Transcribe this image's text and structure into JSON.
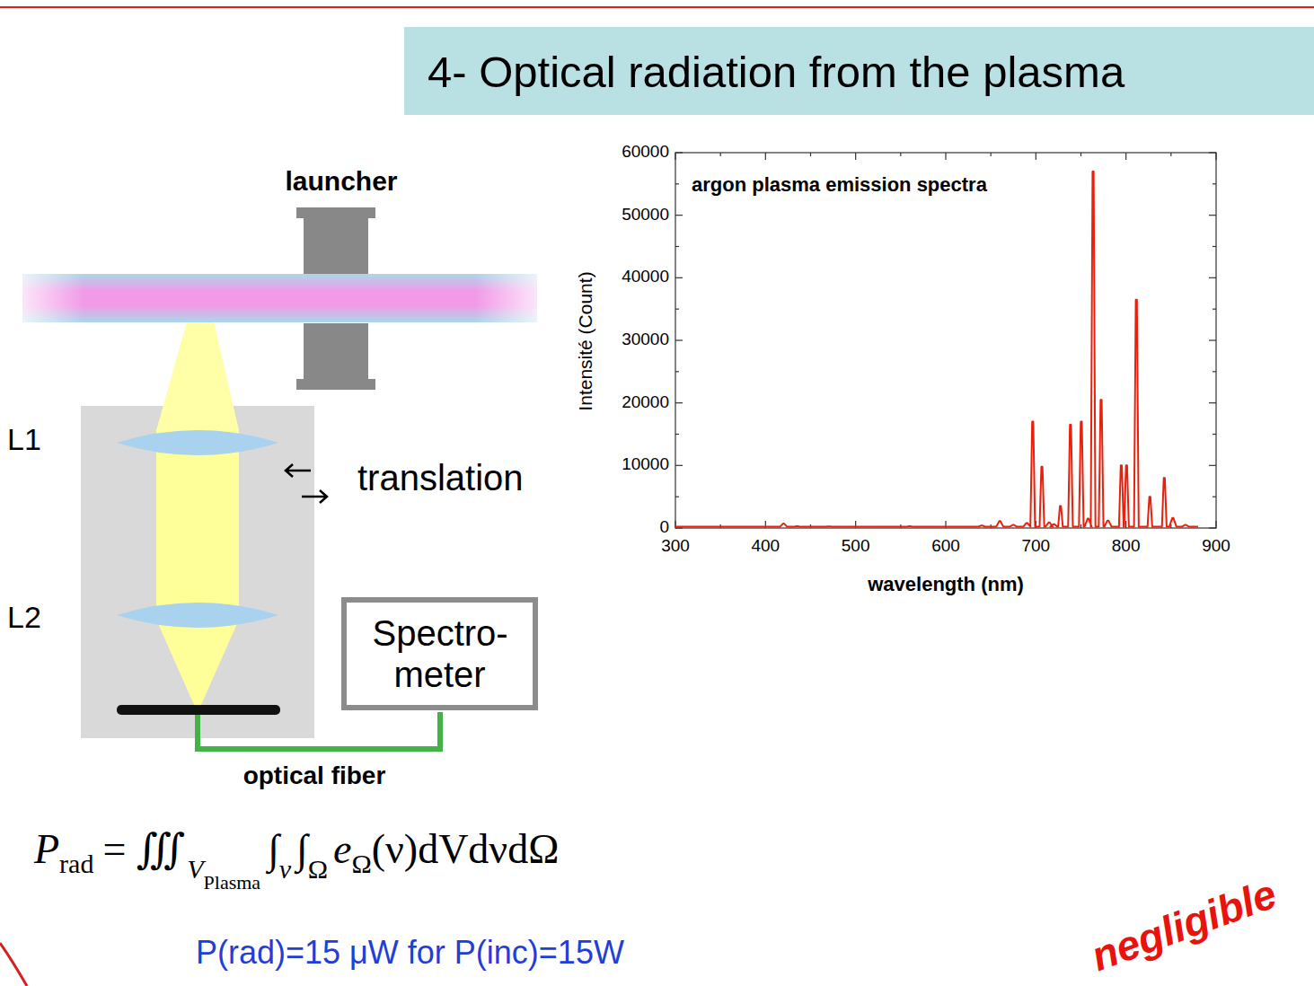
{
  "diagram": {
    "title": "4- Optical radiation from the plasma",
    "nodes": [
      {
        "text": [
          "Spectro- meter"
        ]
      }
    ],
    "labels": [
      "launcher",
      "L1",
      "translation",
      "L2",
      "optical fiber",
      "argon plasma emission spectra",
      "Intensité (Count)",
      "wavelength (nm)",
      "0",
      "10000",
      "20000",
      "30000",
      "40000",
      "50000",
      "60000",
      "300",
      "400",
      "500",
      "600",
      "700",
      "800",
      "900",
      "P",
      "rad",
      "= ∭",
      "V",
      "Plasma",
      "∫",
      "ν",
      "∫",
      "Ω",
      "e",
      "Ω",
      "(ν)dVdνdΩ",
      "P(rad)=15 μW for P(inc)=15W",
      "negligible"
    ]
  }
}
